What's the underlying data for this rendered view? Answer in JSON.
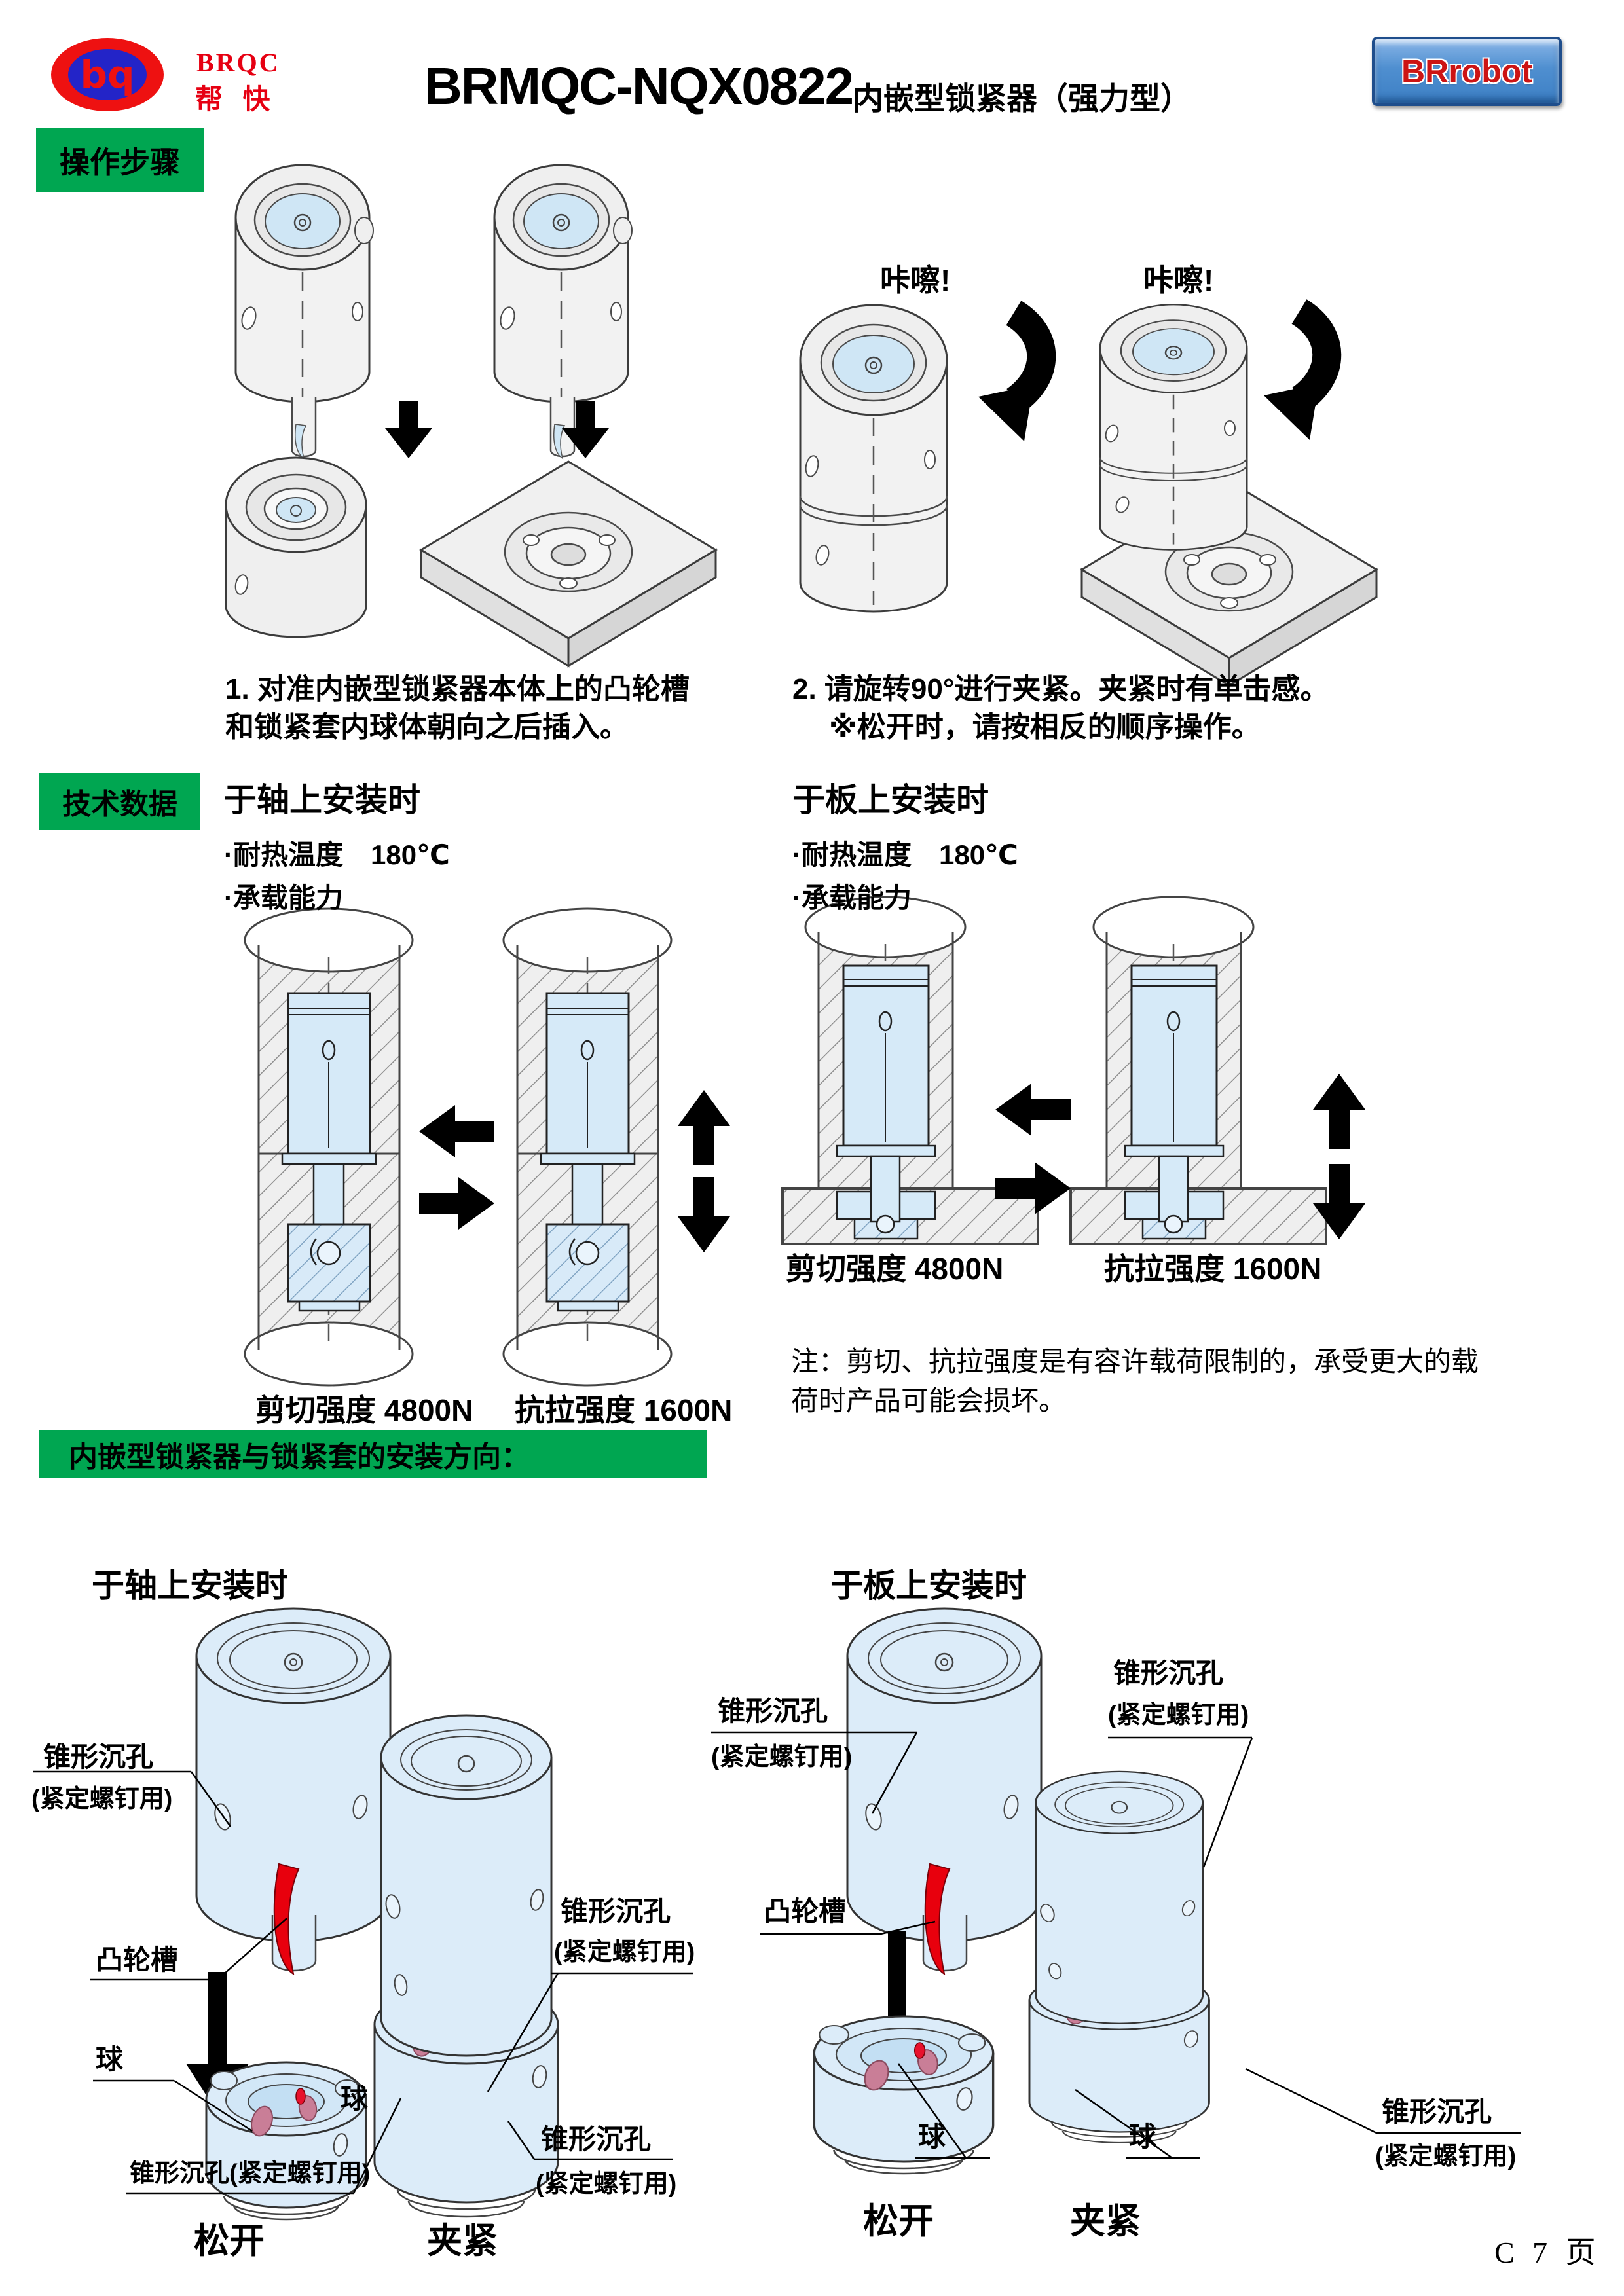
{
  "header": {
    "logo_initials": "bq",
    "logo_line1": "BRQC",
    "logo_line2": "帮 快",
    "title": "BRMQC-NQX0822",
    "subtitle": "内嵌型锁紧器（强力型）",
    "brrobot_label": "BRrobot"
  },
  "operation": {
    "section_label": "操作步骤",
    "click_sound": "咔嚓!",
    "step1_line1": "1. 对准内嵌型锁紧器本体上的凸轮槽",
    "step1_line2": "和锁紧套内球体朝向之后插入。",
    "step2_line1": "2. 请旋转90°进行夹紧。夹紧时有单击感。",
    "step2_line2": "※松开时，请按相反的顺序操作。"
  },
  "tech": {
    "section_label": "技术数据",
    "shaft_heading": "于轴上安装时",
    "board_heading": "于板上安装时",
    "heat_row": "·耐热温度　180℃",
    "load_row": "·承载能力",
    "shear_label": "剪切强度 4800N",
    "tensile_label": "抗拉强度 1600N",
    "note_line1": "注：剪切、抗拉强度是有容许载荷限制的，承受更大的载",
    "note_line2": "荷时产品可能会损坏。"
  },
  "direction": {
    "section_label": "内嵌型锁紧器与锁紧套的安装方向：",
    "shaft_heading": "于轴上安装时",
    "board_heading": "于板上安装时",
    "taper_hole": "锥形沉孔",
    "taper_hole_note": "(紧定螺钉用)",
    "taper_hole_inline": "锥形沉孔(紧定螺钉用)",
    "cam_slot": "凸轮槽",
    "ball": "球",
    "release": "松开",
    "clamp": "夹紧"
  },
  "footer": {
    "page_number": "C 7 页"
  },
  "colors": {
    "accent_green": "#00A651",
    "highlight_red": "#E8000D",
    "part_blue": "#D9EAF8",
    "ball_pink": "#C97E97",
    "button_blue": "#3C7FC4"
  }
}
